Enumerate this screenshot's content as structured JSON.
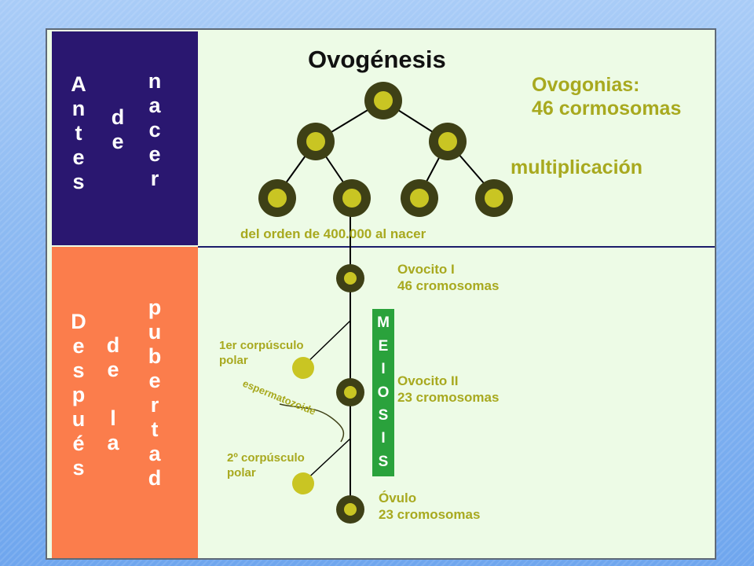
{
  "title": "Ovogénesis",
  "left_top": {
    "col1": [
      "A",
      "n",
      "t",
      "e",
      "s"
    ],
    "col2": [
      "d",
      "e"
    ],
    "col3": [
      "n",
      "a",
      "c",
      "e",
      "r"
    ]
  },
  "left_bottom": {
    "col1": [
      "D",
      "e",
      "s",
      "p",
      "u",
      "é",
      "s"
    ],
    "col2": [
      "d",
      "e",
      "",
      "l",
      "a"
    ],
    "col3": [
      "p",
      "u",
      "b",
      "e",
      "r",
      "t",
      "a",
      "d"
    ]
  },
  "labels": {
    "ovogonias_line1": "Ovogonias:",
    "ovogonias_line2": "46 cormosomas",
    "multiplicacion": "multiplicación",
    "orden": "del orden de 400.000 al nacer",
    "ovocito1_line1": "Ovocito I",
    "ovocito1_line2": "46 cromosomas",
    "corpusculo1_line1": "1er corpúsculo",
    "corpusculo1_line2": "polar",
    "ovocito2_line1": "Ovocito II",
    "ovocito2_line2": "23 cromosomas",
    "espermatozoide": "espermatozoide",
    "corpusculo2_line1": "2º corpúsculo",
    "corpusculo2_line2": "polar",
    "ovulo_line1": "Óvulo",
    "ovulo_line2": "23 cromosomas"
  },
  "meiosis_letters": [
    "M",
    "E",
    "I",
    "O",
    "S",
    "I",
    "S"
  ],
  "colors": {
    "navy": "#2a1770",
    "orange": "#fb7d4c",
    "cell_ring": "#3e4016",
    "cell_fill": "#c9c523",
    "label_olive": "#a8a91f",
    "meiosis_green": "#2aa23c"
  }
}
